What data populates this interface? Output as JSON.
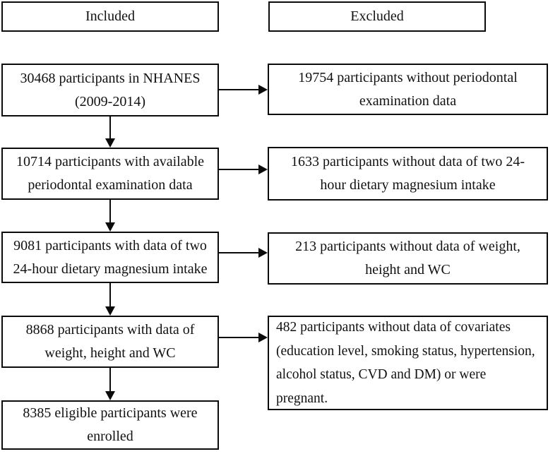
{
  "figure": {
    "type": "participant-flow-diagram",
    "background_color": "#ffffff",
    "line_color": "#0b0b0b",
    "text_color": "#111111"
  },
  "headers": {
    "included": "Included",
    "excluded": "Excluded"
  },
  "left_column": [
    {
      "lines": [
        "30468 participants in NHANES",
        "(2009-2014)"
      ]
    },
    {
      "lines": [
        "10714 participants with available",
        "periodontal examination data"
      ]
    },
    {
      "lines": [
        "9081 participants with data of two",
        "24-hour dietary magnesium intake"
      ]
    },
    {
      "lines": [
        "8868 participants with data of",
        "weight, height and WC"
      ]
    },
    {
      "lines": [
        "8385 eligible participants were",
        "enrolled"
      ]
    }
  ],
  "right_column": [
    {
      "lines": [
        "19754 participants without periodontal",
        "examination data"
      ]
    },
    {
      "lines": [
        "1633 participants without data of two 24-",
        "hour dietary magnesium intake"
      ]
    },
    {
      "lines": [
        "213 participants without data of weight,",
        "height and WC"
      ]
    },
    {
      "lines": [
        "482 participants without data of covariates",
        "(education level, smoking status, hypertension,",
        "alcohol status, CVD and DM) or were",
        "pregnant."
      ]
    }
  ]
}
